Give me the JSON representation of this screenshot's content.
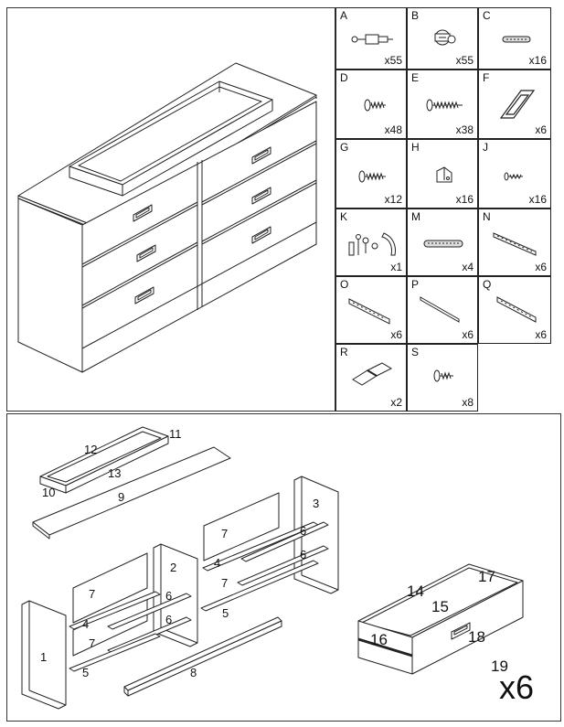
{
  "hardware": [
    {
      "letter": "A",
      "qty": "x55",
      "icon": "cam-bolt-icon"
    },
    {
      "letter": "B",
      "qty": "x55",
      "icon": "cam-lock-icon"
    },
    {
      "letter": "C",
      "qty": "x16",
      "icon": "wooden-dowel-icon"
    },
    {
      "letter": "D",
      "qty": "x48",
      "icon": "short-screw-icon"
    },
    {
      "letter": "E",
      "qty": "x38",
      "icon": "long-screw-icon"
    },
    {
      "letter": "F",
      "qty": "x6",
      "icon": "drawer-handle-icon"
    },
    {
      "letter": "G",
      "qty": "x12",
      "icon": "screw-icon"
    },
    {
      "letter": "H",
      "qty": "x16",
      "icon": "corner-bracket-icon"
    },
    {
      "letter": "J",
      "qty": "x16",
      "icon": "small-screw-icon"
    },
    {
      "letter": "K",
      "qty": "x1",
      "icon": "wall-anchor-kit-icon"
    },
    {
      "letter": "M",
      "qty": "x4",
      "icon": "large-dowel-icon"
    },
    {
      "letter": "N",
      "qty": "x6",
      "icon": "drawer-slide-icon"
    },
    {
      "letter": "O",
      "qty": "x6",
      "icon": "drawer-slide-left-icon"
    },
    {
      "letter": "P",
      "qty": "x6",
      "icon": "metal-rod-icon"
    },
    {
      "letter": "Q",
      "qty": "x6",
      "icon": "drawer-slide-right-icon"
    },
    {
      "letter": "R",
      "qty": "x2",
      "icon": "hinge-icon"
    },
    {
      "letter": "S",
      "qty": "x8",
      "icon": "pan-screw-icon"
    }
  ],
  "parts": {
    "p1": "1",
    "p2": "2",
    "p3": "3",
    "p4a": "4",
    "p4b": "4",
    "p5a": "5",
    "p5b": "5",
    "p6a": "6",
    "p6b": "6",
    "p6c": "6",
    "p6d": "6",
    "p7a": "7",
    "p7b": "7",
    "p7c": "7",
    "p7d": "7",
    "p8": "8",
    "p9": "9",
    "p10": "10",
    "p11": "11",
    "p12": "12",
    "p13": "13",
    "p14": "14",
    "p15": "15",
    "p16": "16",
    "p17": "17",
    "p18": "18",
    "p19": "19"
  },
  "drawer_multiplier": "x6"
}
